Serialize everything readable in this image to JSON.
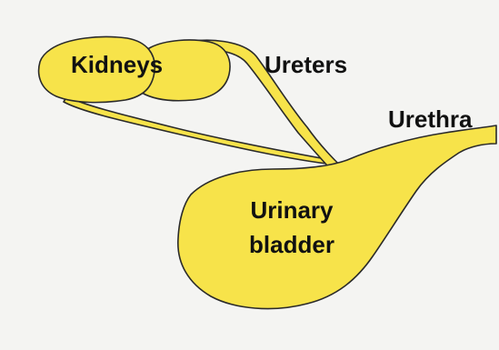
{
  "diagram": {
    "labels": {
      "kidneys": "Kidneys",
      "ureters": "Ureters",
      "urethra": "Urethra",
      "bladder_line1": "Urinary",
      "bladder_line2": "bladder"
    },
    "colors": {
      "organ_fill": "#f7e34a",
      "outline": "#2a2a2a",
      "background": "#f4f4f2"
    }
  }
}
